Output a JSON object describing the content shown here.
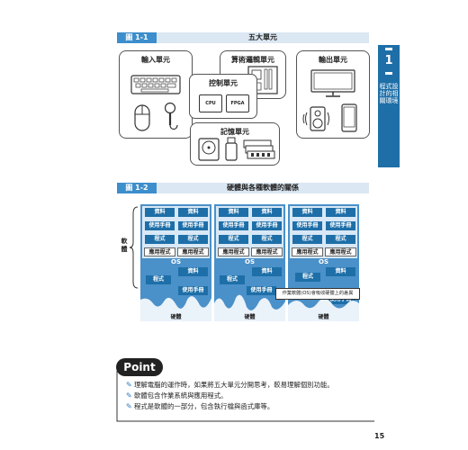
{
  "chapter_tab": {
    "number": "1",
    "text": "程式設計的相關環境"
  },
  "fig1": {
    "tag": "圖 1-1",
    "title": "五大單元",
    "input_unit": "輸入單元",
    "alu_unit": "算術邏輯單元",
    "output_unit": "輸出單元",
    "control_unit": "控制單元",
    "memory_unit": "記憶單元",
    "chip_cpu": "CPU",
    "chip_fpga": "FPGA"
  },
  "fig2": {
    "tag": "圖 1-2",
    "title": "硬體與各種軟體的關係",
    "side_label": "軟體",
    "data": "資料",
    "manual": "使用手冊",
    "program": "程式",
    "application": "應用程式",
    "os": "OS",
    "hardware": "硬體",
    "annotation": "作業軟體(OS)會吸收硬體上的差異"
  },
  "point": {
    "title": "Point",
    "items": [
      "理解電腦的運作時，如果將五大單元分開思考，較易理解個別功能。",
      "軟體包含作業系統與應用程式。",
      "程式是軟體的一部分，包含執行檔與函式庫等。"
    ]
  },
  "page_number": "15",
  "colors": {
    "accent": "#1e6fa8",
    "panel": "#4a90c9",
    "figbar": "#dbe7f2"
  }
}
